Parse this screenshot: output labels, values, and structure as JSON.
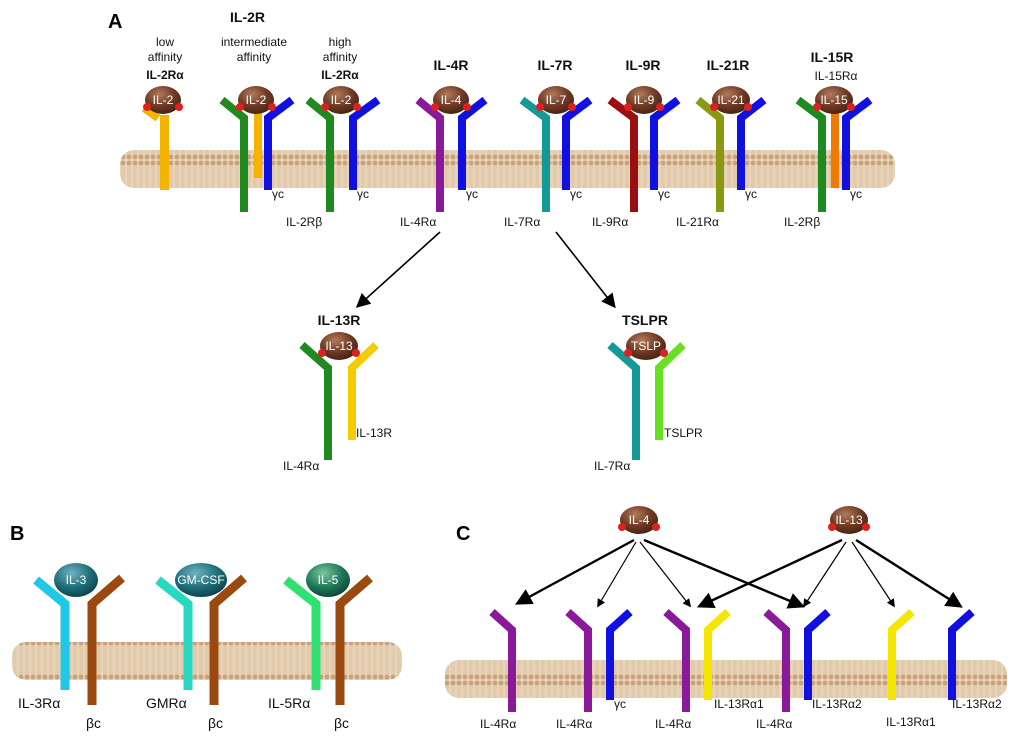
{
  "panels": {
    "a": "A",
    "b": "B",
    "c": "C"
  },
  "panel_a": {
    "il2r_title": "IL-2R",
    "low_affinity": [
      "low",
      "affinity"
    ],
    "intermediate_affinity": [
      "intermediate",
      "affinity"
    ],
    "high_affinity": [
      "high",
      "affinity"
    ],
    "il2ra_label": "IL-2Rα",
    "il2ra_label_high": "IL-2Rα",
    "il4r": "IL-4R",
    "il7r": "IL-7R",
    "il9r": "IL-9R",
    "il21r": "IL-21R",
    "il15r": "IL-15R",
    "il15ra": "IL-15Rα",
    "gamma_c": "γc",
    "il2rb_1": "IL-2Rβ",
    "il4ra": "IL-4Rα",
    "il7ra": "IL-7Rα",
    "il9ra": "IL-9Rα",
    "il21ra": "IL-21Rα",
    "il2rb_2": "IL-2Rβ",
    "il13r_title": "IL-13R",
    "il13r_chain": "IL-13R",
    "il13r_il4ra": "IL-4Rα",
    "tslpr_title": "TSLPR",
    "tslpr_chain": "TSLPR",
    "tslpr_il7ra": "IL-7Rα",
    "ligands": {
      "il2": "IL-2",
      "il4": "IL-4",
      "il7": "IL-7",
      "il9": "IL-9",
      "il21": "IL-21",
      "il15": "IL-15",
      "il13": "IL-13",
      "tslp": "TSLP"
    }
  },
  "panel_b": {
    "ligands": {
      "il3": "IL-3",
      "gmcsf": "GM-CSF",
      "il5": "IL-5"
    },
    "il3ra": "IL-3Rα",
    "gmra": "GMRα",
    "il5ra": "IL-5Rα",
    "beta_c": "βc"
  },
  "panel_c": {
    "ligands": {
      "il4": "IL-4",
      "il13": "IL-13"
    },
    "il4ra": "IL-4Rα",
    "gamma_c": "γc",
    "il13ra1": "IL-13Rα1",
    "il13ra2": "IL-13Rα2"
  },
  "colors": {
    "gamma_c": "#1010e0",
    "il2ra": "#f5b400",
    "il2rb": "#1f8a1f",
    "il4ra": "#8b1a9a",
    "il7ra": "#139a96",
    "il9ra": "#9a1010",
    "il21ra": "#8a9a10",
    "il15ra": "#f07a00",
    "il13r": "#f5cc00",
    "tslpr": "#66e020",
    "il3ra": "#20c8e8",
    "gmra": "#28d8c0",
    "il5ra": "#30e070",
    "beta_c": "#9a4a10",
    "ligand_brown": "#7a4030",
    "ligand_teal": "#1f6e7a",
    "membrane": "#d6b48e"
  }
}
